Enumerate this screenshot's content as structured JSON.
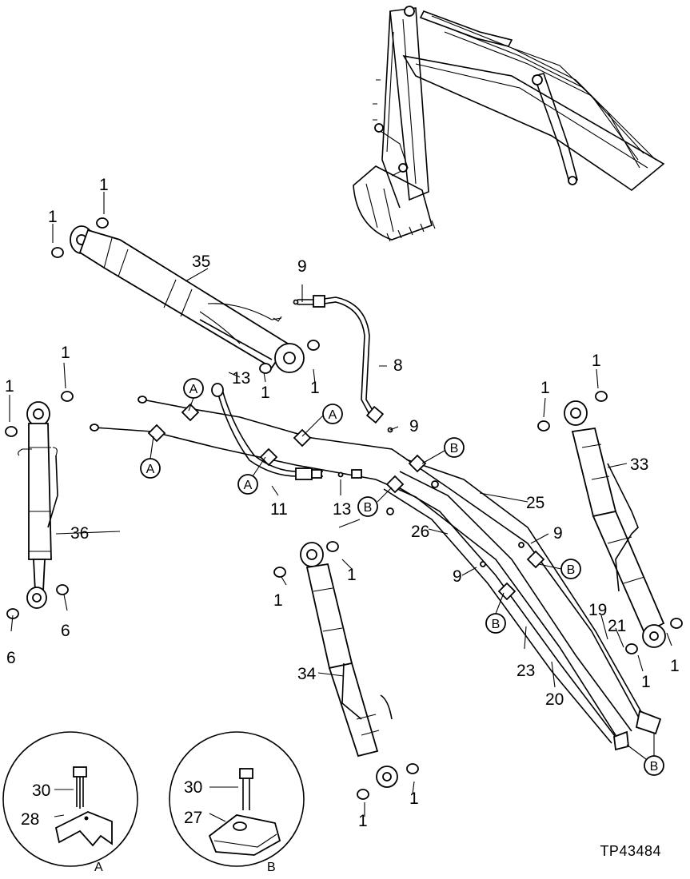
{
  "figure_id": "TP43484",
  "callouts": {
    "c35": "35",
    "c36": "36",
    "c33": "33",
    "c34": "34",
    "c8": "8",
    "c11": "11",
    "c13a": "13",
    "c13b": "13",
    "c9a": "9",
    "c9b": "9",
    "c9c": "9",
    "c9d": "9",
    "c25": "25",
    "c26": "26",
    "c19": "19",
    "c21": "21",
    "c23": "23",
    "c20": "20",
    "c1_top_a": "1",
    "c1_top_b": "1",
    "c1_mid_a": "1",
    "c1_mid_b": "1",
    "c1_left_a": "1",
    "c1_left_b": "1",
    "c6_a": "6",
    "c6_b": "6",
    "c1_r_a": "1",
    "c1_r_b": "1",
    "c1_r_c": "1",
    "c1_c_a": "1",
    "c1_c_b": "1",
    "c1_c_c": "1",
    "c1_c_d": "1",
    "c30a": "30",
    "c28": "28",
    "c30b": "30",
    "c27": "27"
  },
  "markers": {
    "A": "A",
    "B": "B"
  },
  "details": {
    "a_label": "A",
    "b_label": "B"
  }
}
